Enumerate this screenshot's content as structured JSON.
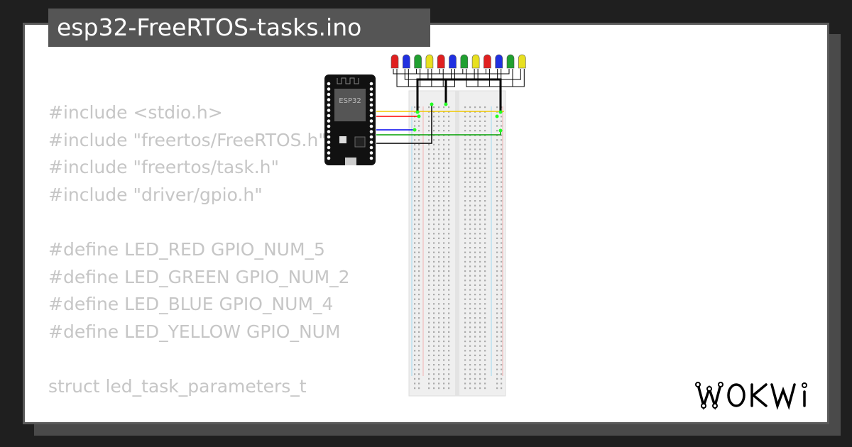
{
  "title": "esp32-FreeRTOS-tasks.ino",
  "code_lines": [
    "#include <stdio.h>",
    "#include \"freertos/FreeRTOS.h\"",
    "#include \"freertos/task.h\"",
    "#include \"driver/gpio.h\"",
    "",
    "#define LED_RED GPIO_NUM_5",
    "#define LED_GREEN GPIO_NUM_2",
    "#define LED_BLUE GPIO_NUM_4",
    "#define LED_YELLOW GPIO_NUM",
    "",
    "struct led_task_parameters_t"
  ],
  "board_label": "ESP32",
  "logo": "WOKWI",
  "led_colors": [
    "#e02020",
    "#2030e0",
    "#20a030",
    "#e8e020",
    "#e02020",
    "#2030e0",
    "#20a030",
    "#e8e020",
    "#e02020",
    "#2030e0",
    "#20a030",
    "#e8e020"
  ],
  "wire_colors": {
    "yellow": "#f0c800",
    "red": "#ff0000",
    "blue": "#0000ee",
    "green": "#00a000",
    "black": "#000000"
  }
}
